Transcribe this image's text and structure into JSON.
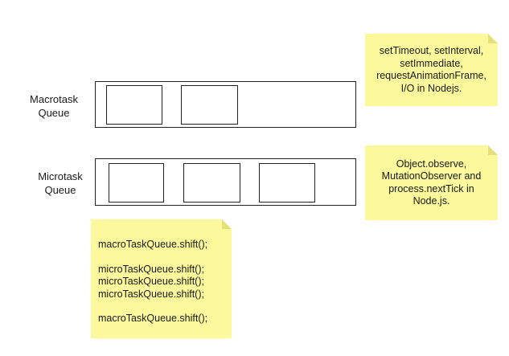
{
  "macrotask": {
    "label_line1": "Macrotask",
    "label_line2": "Queue",
    "slots": 2
  },
  "microtask": {
    "label_line1": "Microtask",
    "label_line2": "Queue",
    "slots": 3
  },
  "notes": {
    "macro_sources": "setTimeout, setInterval, setImmediate, requestAnimationFrame, I/O in Nodejs.",
    "micro_sources": "Object.observe, MutationObserver and process.nextTick in Node.js.",
    "code": {
      "line1": "macroTaskQueue.shift();",
      "line2": "microTaskQueue.shift();",
      "line3": "microTaskQueue.shift();",
      "line4": "microTaskQueue.shift();",
      "line5": "macroTaskQueue.shift();"
    }
  },
  "colors": {
    "note_fill": "#fbf99b",
    "stroke": "#222222"
  }
}
